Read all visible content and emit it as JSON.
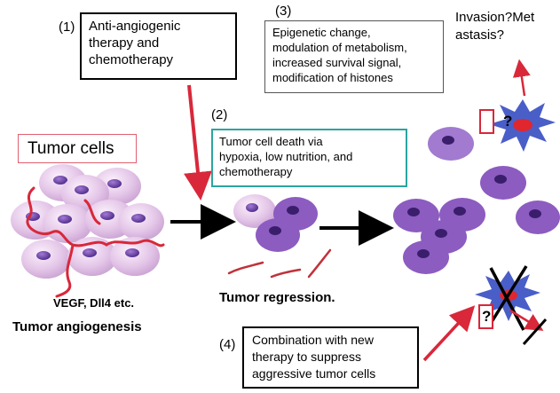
{
  "labels": {
    "step1_number": "(1)",
    "step1_lines": [
      "Anti-angiogenic",
      "therapy and",
      "chemotherapy"
    ],
    "step2_number": "(2)",
    "step2_lines": [
      "Tumor cell death via",
      "hypoxia, low nutrition, and",
      "chemotherapy"
    ],
    "step3_number": "(3)",
    "step3_lines": [
      "Epigenetic change,",
      "modulation of metabolism,",
      "increased survival signal,",
      "modification of histones"
    ],
    "step4_number": "(4)",
    "step4_lines": [
      "Combination with new",
      "therapy to suppress",
      "aggressive tumor cells"
    ],
    "tumor_cells": "Tumor cells",
    "vegf": "VEGF, Dll4 etc.",
    "tumor_angiogenesis": "Tumor angiogenesis",
    "tumor_regression": "Tumor regression.",
    "invasion_lines": [
      "Invasion?Met",
      "astasis?"
    ],
    "question_top": "?",
    "question_bottom": "?"
  },
  "colors": {
    "cell_outer": "#e6c8ea",
    "cell_nucleus": "#6a3fa0",
    "vessel_red": "#d8283a",
    "arrow_black": "#000000",
    "box2_border": "#2aa5a0",
    "tumor_cells_border": "#e06070",
    "spiky_cell": "#4a5ec8"
  }
}
